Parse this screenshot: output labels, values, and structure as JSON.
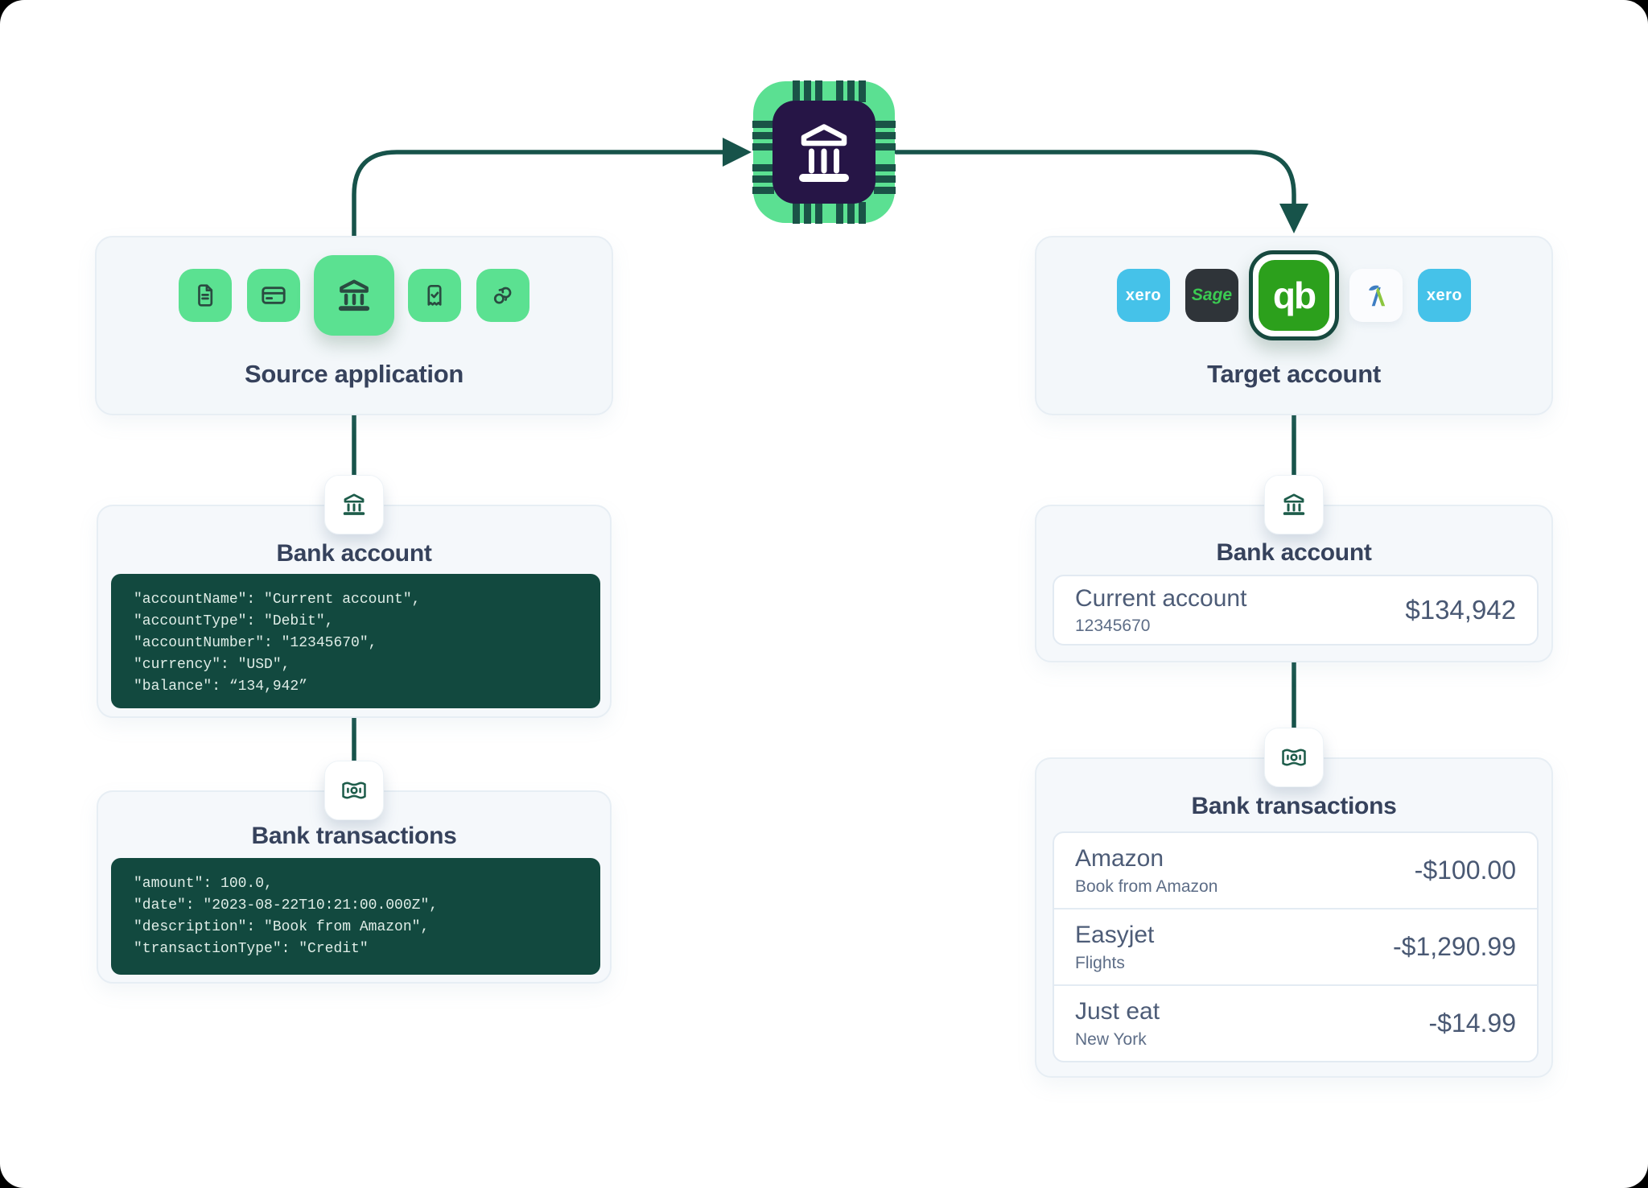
{
  "hub": {
    "name": "bank-chip",
    "tile_color": "#5BE092",
    "stripe_color": "#1A5347",
    "core_color": "#261546"
  },
  "connectors": {
    "color": "#17534A"
  },
  "source": {
    "title": "Source application",
    "tile_color": "#5BE191",
    "icon_color": "#2A4B41",
    "icons": [
      {
        "name": "document"
      },
      {
        "name": "credit-card"
      },
      {
        "name": "bank",
        "selected": true
      },
      {
        "name": "receipt-check"
      },
      {
        "name": "sync"
      }
    ]
  },
  "target": {
    "title": "Target account",
    "apps": [
      {
        "name": "xero",
        "label": "xero",
        "color": "#45C2E9"
      },
      {
        "name": "sage",
        "label": "Sage",
        "color": "#2F3439",
        "text_color": "#3BCB52"
      },
      {
        "name": "quickbooks",
        "label": "qb",
        "color": "#2CA01C",
        "selected": true
      },
      {
        "name": "freeagent",
        "label": ""
      },
      {
        "name": "xero",
        "label": "xero",
        "color": "#45C2E9"
      }
    ]
  },
  "left_account": {
    "title": "Bank account",
    "code": "\"accountName\": \"Current account\",\n\"accountType\": \"Debit\",\n\"accountNumber\": \"12345670\",\n\"currency\": \"USD\",\n\"balance\": “134,942”"
  },
  "left_transactions": {
    "title": "Bank transactions",
    "code": "\"amount\": 100.0,\n\"date\": \"2023-08-22T10:21:00.000Z\",\n\"description\": \"Book from Amazon\",\n\"transactionType\": \"Credit\""
  },
  "right_account": {
    "title": "Bank account",
    "name": "Current account",
    "number": "12345670",
    "balance": "$134,942"
  },
  "right_transactions": {
    "title": "Bank transactions",
    "rows": [
      {
        "name": "Amazon",
        "description": "Book from Amazon",
        "amount": "-$100.00"
      },
      {
        "name": "Easyjet",
        "description": "Flights",
        "amount": "-$1,290.99"
      },
      {
        "name": "Just eat",
        "description": "New York",
        "amount": "-$14.99"
      }
    ]
  }
}
